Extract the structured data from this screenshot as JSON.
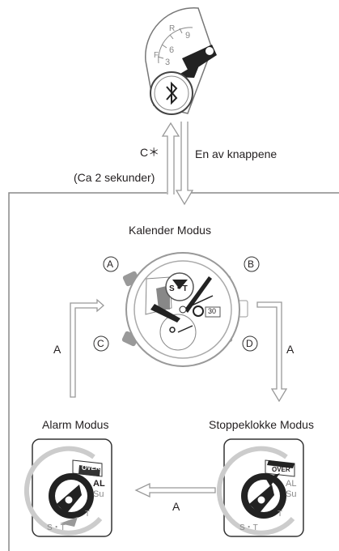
{
  "top_arrows": {
    "left_label": "C＊",
    "left_note": "(Ca 2 sekunder)",
    "right_label": "En av knappene"
  },
  "modes": {
    "calendar": {
      "title": "Kalender Modus",
      "st": "S・T",
      "date": "30"
    },
    "alarm": {
      "title": "Alarm Modus"
    },
    "stopwatch": {
      "title": "Stoppeklokke Modus"
    }
  },
  "buttons": {
    "a": "A",
    "b": "B",
    "c": "C",
    "d": "D"
  },
  "arrow_labels": {
    "left": "A",
    "right": "A",
    "bottom": "A"
  },
  "dial": {
    "over": "OVER",
    "al": "AL",
    "su": "Su",
    "t": "T",
    "st": "S・T"
  },
  "bt_dial": {
    "r": "R",
    "n9": "9",
    "n6": "6",
    "n3": "3",
    "f": "F"
  }
}
